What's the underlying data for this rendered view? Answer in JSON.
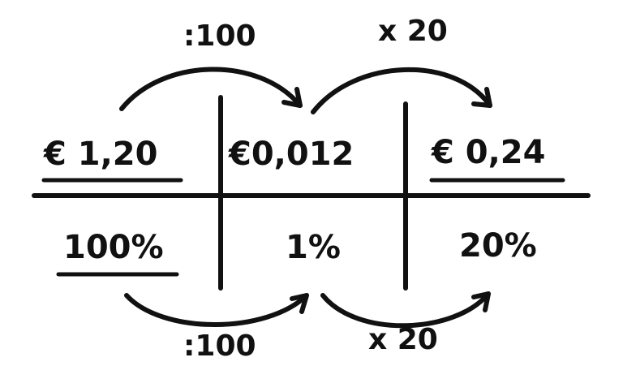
{
  "top_row": {
    "cells": [
      "€ 1,20",
      "€0,012",
      "€ 0,24"
    ]
  },
  "bottom_row": {
    "cells": [
      "100%",
      "1%",
      "20%"
    ]
  },
  "top_operations": [
    ":100",
    "x 20"
  ],
  "bottom_operations": [
    ":100",
    "x 20"
  ]
}
